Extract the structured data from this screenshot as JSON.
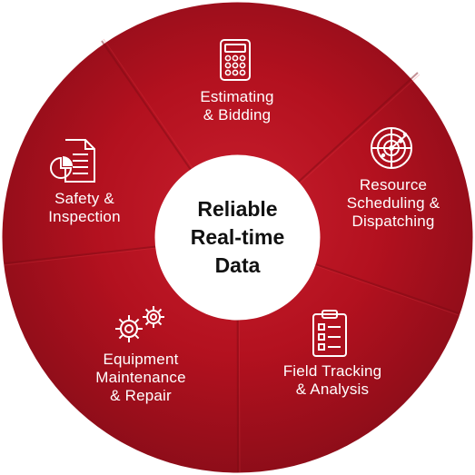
{
  "colors": {
    "wheel_dark": "#8e0d19",
    "wheel_mid": "#b3111f",
    "wheel_light": "#c81e2d",
    "center_fill": "#ffffff",
    "center_text": "#111111",
    "segment_text": "#ffffff"
  },
  "center": {
    "line1": "Reliable",
    "line2": "Real-time",
    "line3": "Data"
  },
  "segments": [
    {
      "icon": "calculator-icon",
      "line1": "Estimating",
      "line2": "& Bidding"
    },
    {
      "icon": "radar-icon",
      "line1": "Resource",
      "line2": "Scheduling &",
      "line3": "Dispatching"
    },
    {
      "icon": "clipboard-checklist-icon",
      "line1": "Field Tracking",
      "line2": "& Analysis"
    },
    {
      "icon": "gears-icon",
      "line1": "Equipment",
      "line2": "Maintenance",
      "line3": "& Repair"
    },
    {
      "icon": "pie-chart-document-icon",
      "line1": "Safety &",
      "line2": "Inspection"
    }
  ]
}
